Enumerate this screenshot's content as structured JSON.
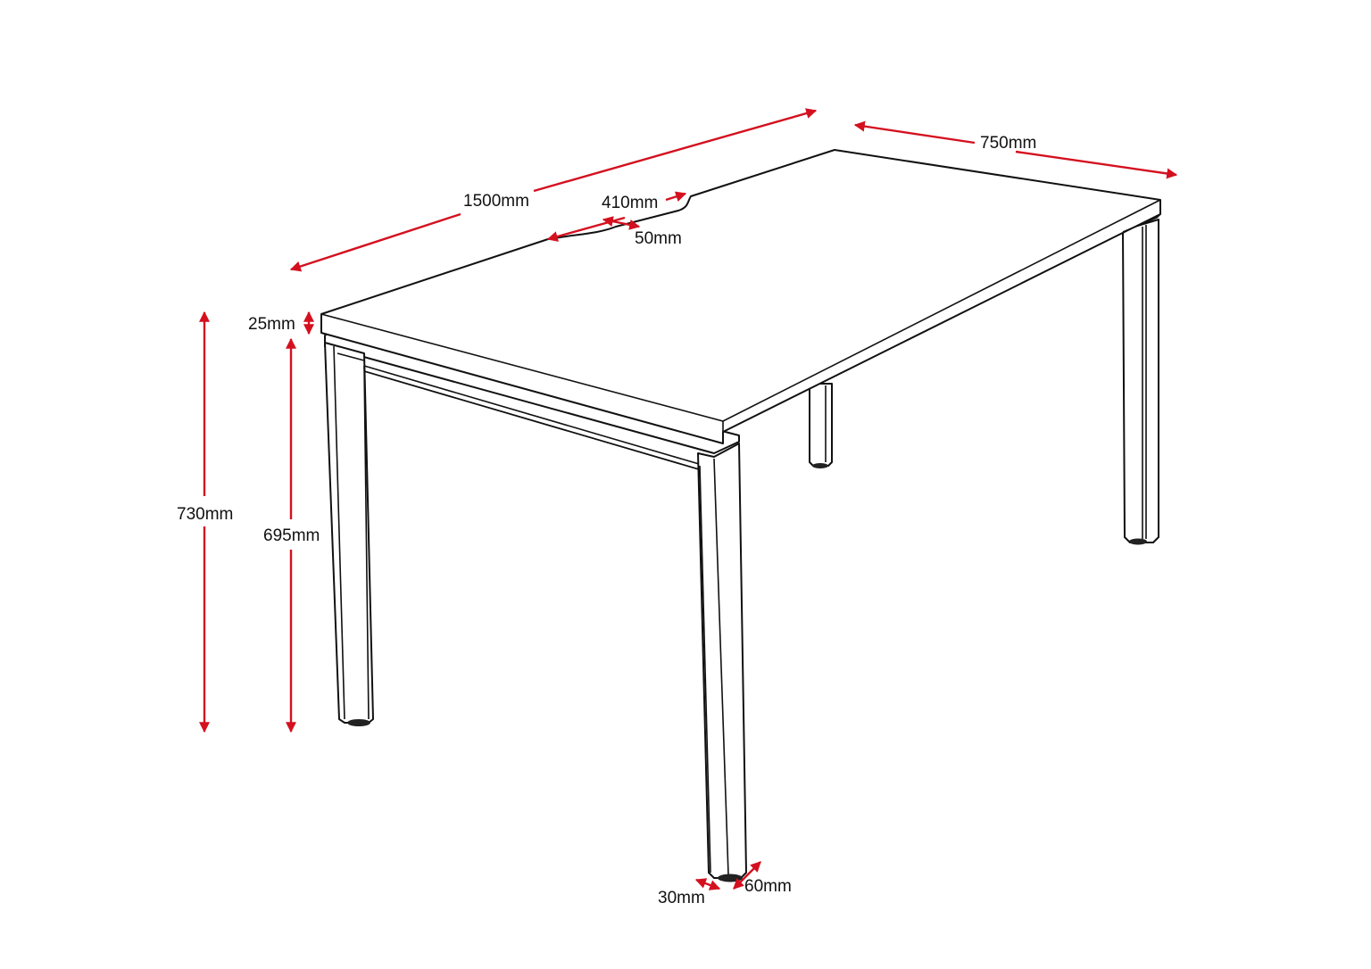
{
  "diagram": {
    "colors": {
      "dimension": "#d4101f",
      "outline": "#111111",
      "background": "#ffffff"
    },
    "dimensions": {
      "length": "1500mm",
      "width": "750mm",
      "cutout_length": "410mm",
      "cutout_depth": "50mm",
      "top_thickness": "25mm",
      "total_height": "730mm",
      "frame_height": "695mm",
      "leg_depth": "30mm",
      "leg_width": "60mm"
    }
  }
}
